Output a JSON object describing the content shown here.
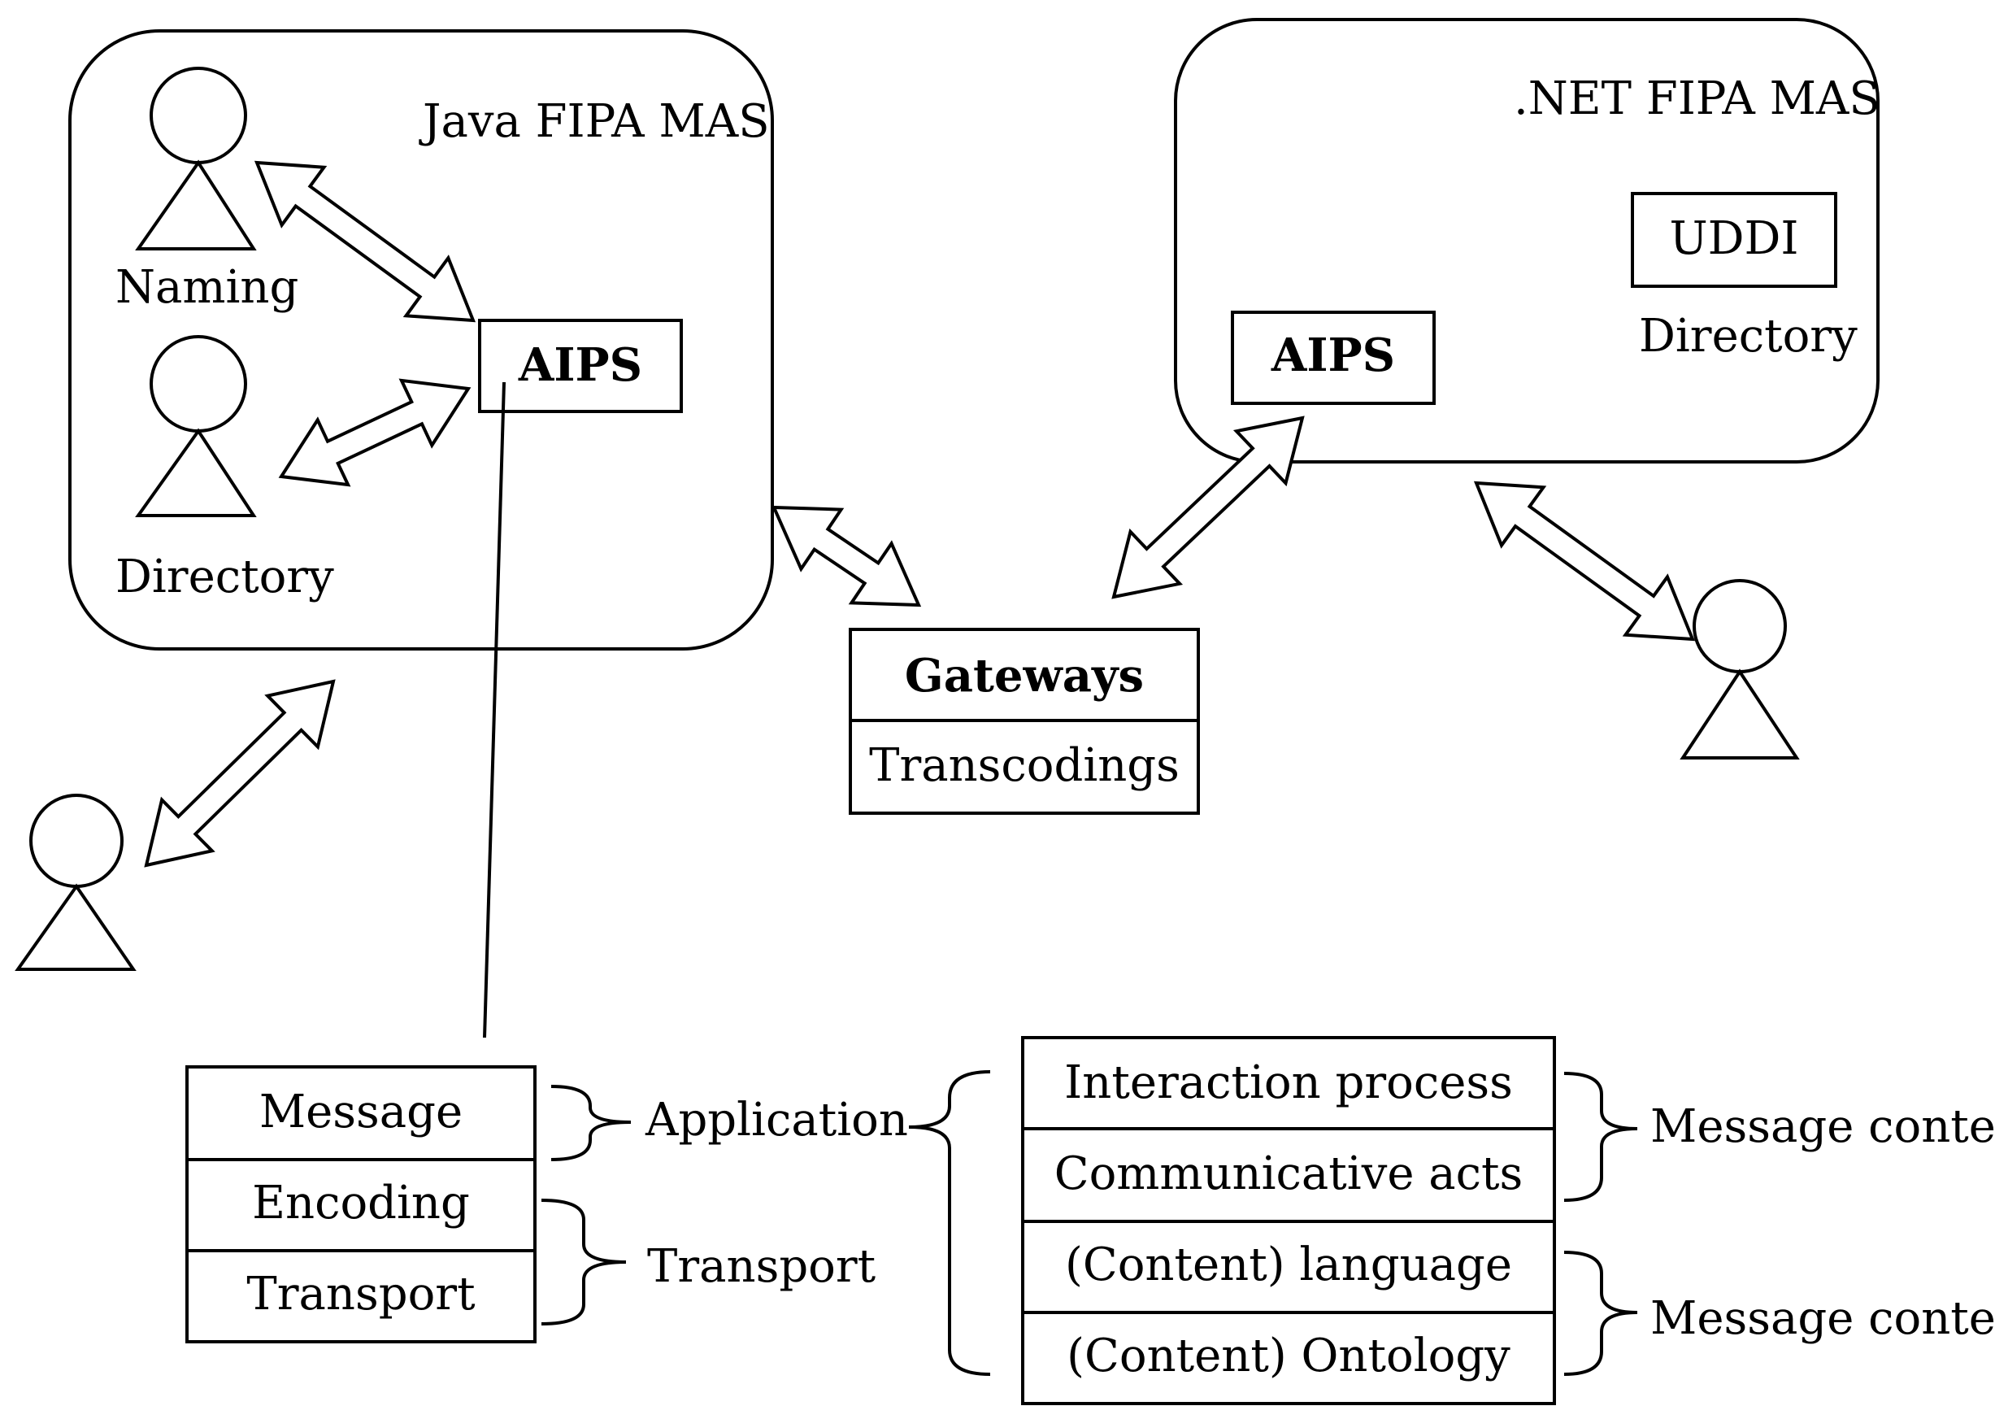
{
  "java_mas": {
    "title": "Java FIPA MAS",
    "naming_label": "Naming",
    "directory_label": "Directory",
    "aips_label": "AIPS"
  },
  "net_mas": {
    "title": ".NET FIPA MAS",
    "aips_label": "AIPS",
    "uddi_label": "UDDI",
    "directory_label": "Directory"
  },
  "gateway": {
    "title": "Gateways",
    "subtitle": "Transcodings"
  },
  "stack_left": {
    "rows": [
      "Message",
      "Encoding",
      "Transport"
    ],
    "application_label": "Application",
    "transport_label": "Transport"
  },
  "stack_right": {
    "rows": [
      "Interaction process",
      "Communicative acts",
      "(Content) language",
      "(Content) Ontology"
    ],
    "context_top_label": "Message context",
    "context_bottom_label": "Message context"
  }
}
